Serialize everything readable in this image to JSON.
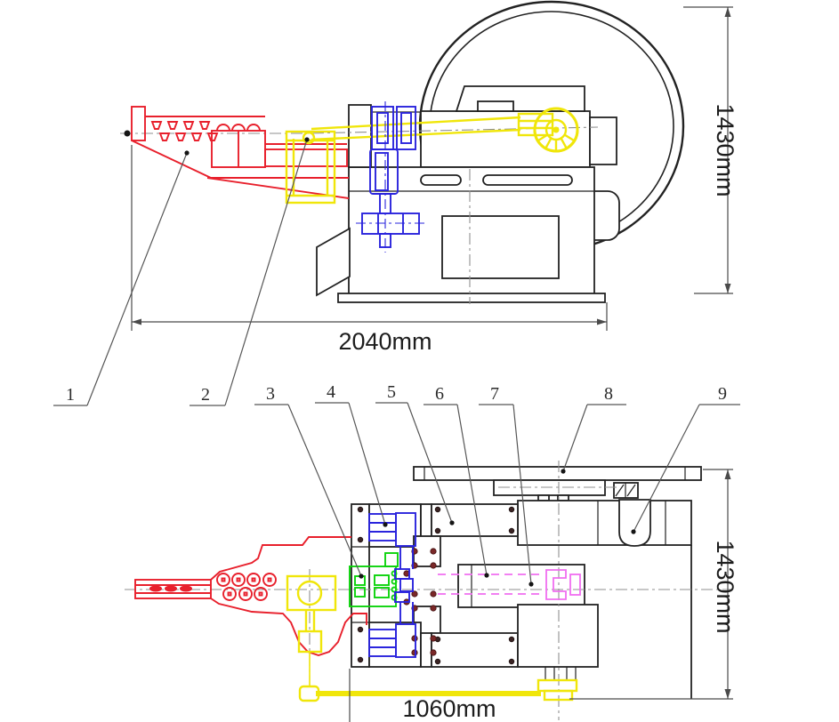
{
  "document": {
    "kind": "engineering-drawing",
    "subject": "two-view machine layout drawing (side elevation and plan view)"
  },
  "dimensions": {
    "side_width": "2040mm",
    "side_height": "1430mm",
    "plan_width": "1060mm",
    "plan_height": "1430mm"
  },
  "callouts": [
    {
      "label": "1"
    },
    {
      "label": "2"
    },
    {
      "label": "3"
    },
    {
      "label": "4"
    },
    {
      "label": "5"
    },
    {
      "label": "6"
    },
    {
      "label": "7"
    },
    {
      "label": "8"
    },
    {
      "label": "9"
    }
  ],
  "colors": {
    "outline": "#222222",
    "centerline": "#8f8f8f",
    "feed_table_red": "#e8202c",
    "crank_yellow": "#f0e60a",
    "slide_blue": "#2a24dd",
    "die_green": "#0cd30c",
    "punch_magenta": "#f06ef0",
    "bolt_maroon": "#7a2828",
    "background": "#ffffff"
  }
}
